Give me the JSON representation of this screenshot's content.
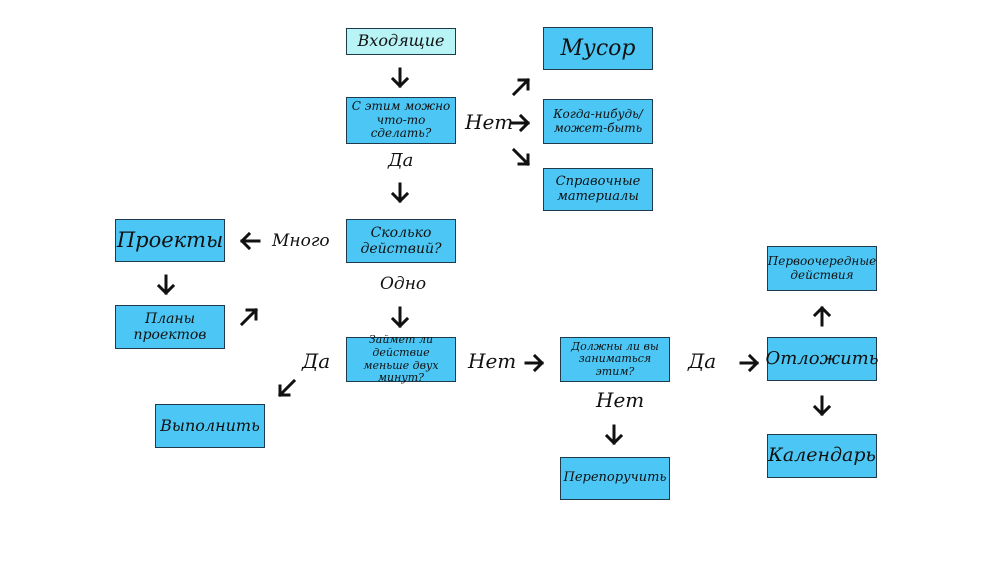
{
  "nodes": {
    "inbox": "Входящие",
    "trash": "Мусор",
    "someday": "Когда-нибудь/ может-быть",
    "reference": "Справочные материалы",
    "actionable": "С этим можно что-то сделать?",
    "how_many": "Сколько действий?",
    "projects": "Проекты",
    "project_plans": "Планы проектов",
    "two_minutes": "Займет ли действие меньше двух минут?",
    "do_it": "Выполнить",
    "should_you": "Должны ли вы заниматься этим?",
    "delegate": "Перепоручить",
    "defer": "Отложить",
    "next_actions": "Первоочередные действия",
    "calendar": "Календарь"
  },
  "labels": {
    "no_actionable": "Нет",
    "yes_actionable": "Да",
    "many": "Много",
    "one": "Одно",
    "yes_two_min": "Да",
    "no_two_min": "Нет",
    "yes_should": "Да",
    "no_should": "Нет"
  },
  "colors": {
    "box_fill": "#4cc7f5",
    "inbox_fill": "#b8f3f6",
    "border": "#1f3a4a",
    "arrow": "#111111"
  }
}
